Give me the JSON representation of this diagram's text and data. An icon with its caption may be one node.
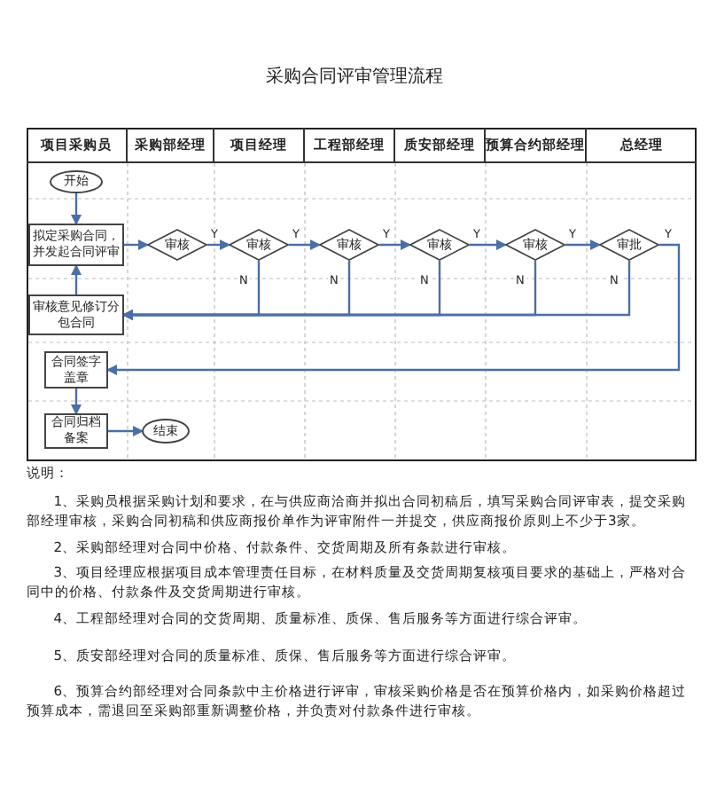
{
  "diagram": {
    "title": "采购合同评审管理流程",
    "nodes": [
      {
        "text": [
          "开始"
        ]
      },
      {
        "text": [
          "拟定采购合同，并发起合同评审"
        ]
      },
      {
        "text": [
          "审核"
        ]
      },
      {
        "text": [
          "审核"
        ]
      },
      {
        "text": [
          "审核"
        ]
      },
      {
        "text": [
          "审核"
        ]
      },
      {
        "text": [
          "审核"
        ]
      },
      {
        "text": [
          "审批"
        ]
      },
      {
        "text": [
          "审核意见修订分包合同"
        ]
      },
      {
        "text": [
          "合同签字盖章"
        ]
      },
      {
        "text": [
          "合同归档备案"
        ]
      },
      {
        "text": [
          "结束"
        ]
      }
    ],
    "edges": [
      {
        "from": 0,
        "to": 1,
        "arrow": "to"
      },
      {
        "from": 1,
        "to": 2,
        "arrow": "to"
      },
      {
        "from": 2,
        "to": 3,
        "arrow": "to",
        "label": "Y"
      },
      {
        "from": 3,
        "to": 4,
        "arrow": "to",
        "label": "Y"
      },
      {
        "from": 4,
        "to": 5,
        "arrow": "to",
        "label": "Y"
      },
      {
        "from": 5,
        "to": 6,
        "arrow": "to",
        "label": "Y"
      },
      {
        "from": 6,
        "to": 7,
        "arrow": "to",
        "label": "Y"
      },
      {
        "from": 7,
        "to": 9,
        "arrow": "to",
        "label": "Y"
      },
      {
        "from": 3,
        "to": 8,
        "arrow": "to",
        "label": "N"
      },
      {
        "from": 4,
        "to": 8,
        "arrow": "to",
        "label": "N"
      },
      {
        "from": 5,
        "to": 8,
        "arrow": "to",
        "label": "N"
      },
      {
        "from": 6,
        "to": 8,
        "arrow": "to",
        "label": "N"
      },
      {
        "from": 7,
        "to": 8,
        "arrow": "to",
        "label": "N"
      },
      {
        "from": 8,
        "to": 1,
        "arrow": "to"
      },
      {
        "from": 9,
        "to": 10,
        "arrow": "to"
      },
      {
        "from": 10,
        "to": 11,
        "arrow": "to"
      }
    ],
    "labels": [
      "项目采购员",
      "采购部经理",
      "项目经理",
      "工程部经理",
      "质安部经理",
      "预算合约部经理",
      "总经理",
      "说明：",
      "1、采购员根据采购计划和要求，在与供应商洽商并拟出合同初稿后，填写采购合同评审表，提交采购部经理审核，采购合同初稿和供应商报价单作为评审附件一并提交，供应商报价原则上不少于3家。",
      "2、采购部经理对合同中价格、付款条件、交货周期及所有条款进行审核。",
      "3、项目经理应根据项目成本管理责任目标，在材料质量及交货周期复核项目要求的基础上，严格对合同中的价格、付款条件及交货周期进行审核。",
      "4、工程部经理对合同的交货周期、质量标准、质保、售后服务等方面进行综合评审。",
      "5、质安部经理对合同的质量标准、质保、售后服务等方面进行综合评审。",
      "6、预算合约部经理对合同条款中主价格进行评审，审核采购价格是否在预算价格内，如采购价格超过预算成本，需退回至采购部重新调整价格，并负责对付款条件进行审核。"
    ]
  }
}
